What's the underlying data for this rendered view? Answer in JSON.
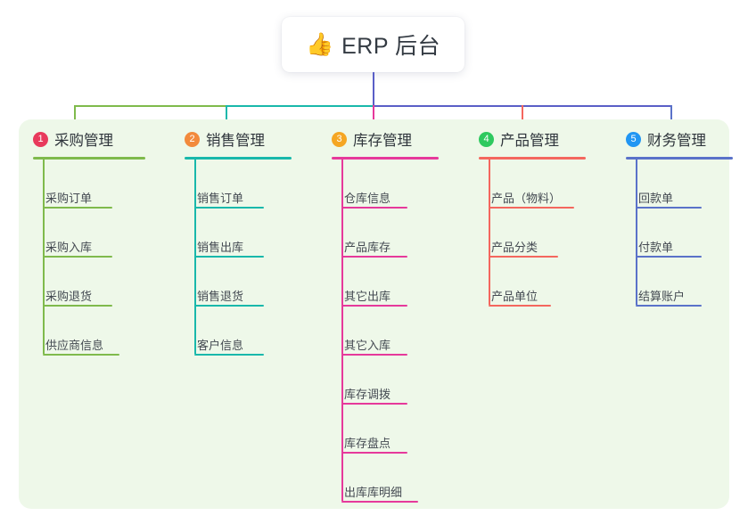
{
  "root": {
    "icon": "thumbs-up-icon",
    "emoji": "👍",
    "title": "ERP 后台"
  },
  "theme": {
    "page_background": "#ffffff",
    "panel_background": "#eef8e9",
    "card_background": "#ffffff",
    "title_color": "#333a42",
    "heading_color": "#2f353c",
    "leaf_color": "#444a52",
    "trunk_color": "#5a5fc7"
  },
  "columns": [
    {
      "number": "1",
      "title": "采购管理",
      "badge_color": "#e83a5c",
      "line_color": "#7fba4c",
      "connector_color": "#7fba4c",
      "items": [
        "采购订单",
        "采购入库",
        "采购退货",
        "供应商信息"
      ]
    },
    {
      "number": "2",
      "title": "销售管理",
      "badge_color": "#f28a3c",
      "line_color": "#19b8ab",
      "connector_color": "#19b8ab",
      "items": [
        "销售订单",
        "销售出库",
        "销售退货",
        "客户信息"
      ]
    },
    {
      "number": "3",
      "title": "库存管理",
      "badge_color": "#f5a623",
      "line_color": "#e6399b",
      "connector_color": "#e6399b",
      "items": [
        "仓库信息",
        "产品库存",
        "其它出库",
        "其它入库",
        "库存调拨",
        "库存盘点",
        "出库库明细"
      ]
    },
    {
      "number": "4",
      "title": "产品管理",
      "badge_color": "#2ec95f",
      "line_color": "#f4675e",
      "connector_color": "#f4675e",
      "items": [
        "产品（物料）",
        "产品分类",
        "产品单位"
      ]
    },
    {
      "number": "5",
      "title": "财务管理",
      "badge_color": "#2196f3",
      "line_color": "#5a72c9",
      "connector_color": "#5a72c9",
      "items": [
        "回款单",
        "付款单",
        "结算账户"
      ]
    }
  ]
}
